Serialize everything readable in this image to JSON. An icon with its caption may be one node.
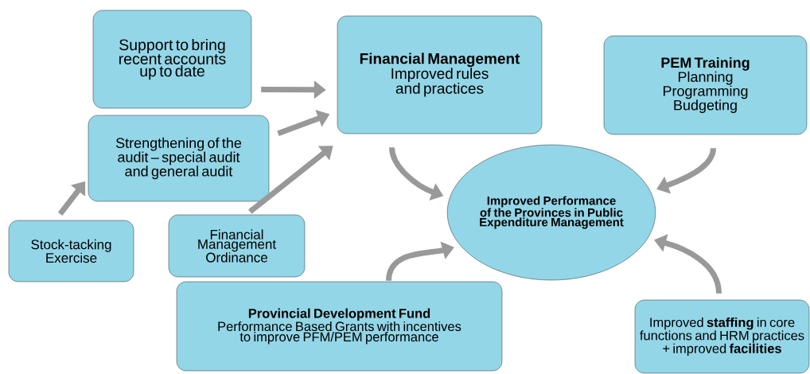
{
  "diagram": {
    "nodes": [
      {
        "text": [
          "Support to bring recent accounts up to date"
        ]
      },
      {
        "text": [
          "Financial Management",
          "Improved rules and practices"
        ]
      },
      {
        "text": [
          "PEM Training",
          "Planning Programming Budgeting"
        ]
      },
      {
        "text": [
          "Strengthening of the audit – special audit and general audit"
        ]
      },
      {
        "text": [
          "Improved Performance of the Provinces in Public Expenditure Management"
        ]
      },
      {
        "text": [
          "Stock-tacking Exercise"
        ]
      },
      {
        "text": [
          "Financial Management Ordinance"
        ]
      },
      {
        "text": [
          "Provincial Development Fund",
          "Performance Based Grants with incentives to improve PFM/PEM performance"
        ]
      },
      {
        "text": [
          "Improved **staffing** in core functions and HRM practices + improved **facilities**"
        ]
      }
    ],
    "edges": [
      {
        "from": 5,
        "to": 3,
        "arrow": "to"
      },
      {
        "from": 0,
        "to": 1,
        "arrow": "to"
      },
      {
        "from": 3,
        "to": 1,
        "arrow": "to"
      },
      {
        "from": 6,
        "to": 1,
        "arrow": "to"
      },
      {
        "from": 1,
        "to": 4,
        "arrow": "to"
      },
      {
        "from": 2,
        "to": 4,
        "arrow": "to"
      },
      {
        "from": 7,
        "to": 4,
        "arrow": "to"
      },
      {
        "from": 8,
        "to": 4,
        "arrow": "to"
      }
    ]
  }
}
